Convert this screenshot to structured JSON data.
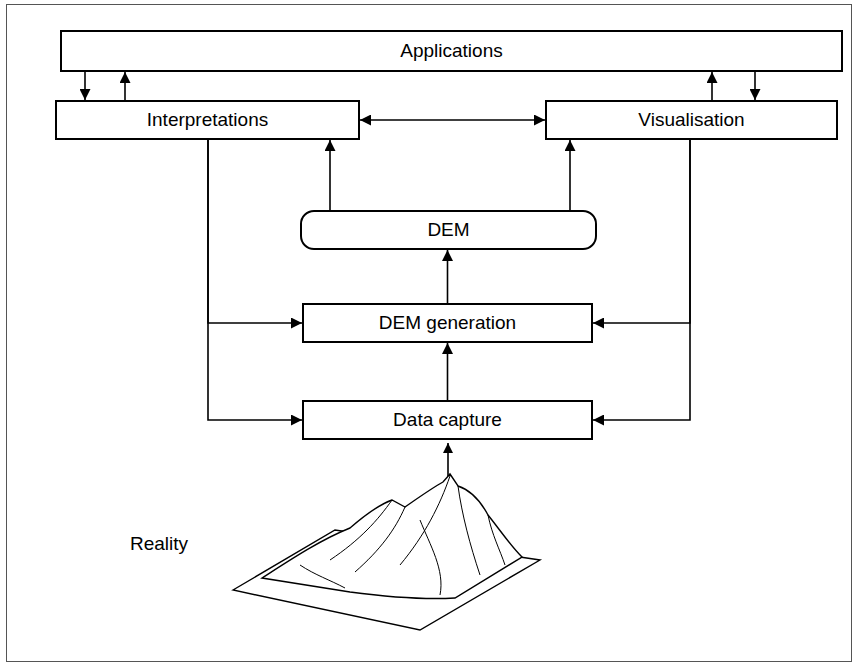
{
  "diagram": {
    "nodes": [
      {
        "text": [
          "Applications"
        ]
      },
      {
        "text": [
          "Interpretations"
        ]
      },
      {
        "text": [
          "Visualisation"
        ]
      },
      {
        "text": [
          "DEM"
        ]
      },
      {
        "text": [
          "DEM generation"
        ]
      },
      {
        "text": [
          "Data capture"
        ]
      }
    ],
    "edges": [
      {
        "from": 0,
        "to": 1,
        "arrow": "to"
      },
      {
        "from": 1,
        "to": 0,
        "arrow": "to"
      },
      {
        "from": 0,
        "to": 2,
        "arrow": "to"
      },
      {
        "from": 2,
        "to": 0,
        "arrow": "to"
      },
      {
        "from": 1,
        "to": 2,
        "arrow": "both"
      },
      {
        "from": 3,
        "to": 1,
        "arrow": "to"
      },
      {
        "from": 3,
        "to": 2,
        "arrow": "to"
      },
      {
        "from": 4,
        "to": 3,
        "arrow": "to"
      },
      {
        "from": 5,
        "to": 4,
        "arrow": "to"
      },
      {
        "from": 1,
        "to": 4,
        "arrow": "to"
      },
      {
        "from": 1,
        "to": 5,
        "arrow": "to"
      },
      {
        "from": 2,
        "to": 4,
        "arrow": "to"
      },
      {
        "from": 2,
        "to": 5,
        "arrow": "to"
      }
    ],
    "labels": [
      "Reality"
    ]
  }
}
